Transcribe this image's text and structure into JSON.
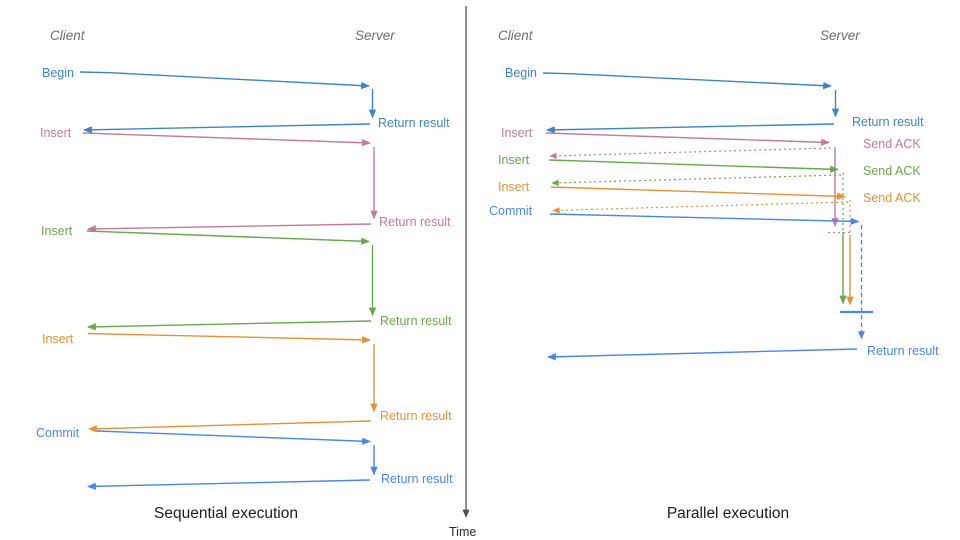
{
  "diagram": {
    "time_axis_label": "Time",
    "colors": {
      "begin_blue": "#3D85C6",
      "insert_pink": "#C27BA0",
      "insert_green": "#6AA84F",
      "insert_orange": "#E69138",
      "commit_blue": "#4A86E8",
      "axis_gray": "#4d4d4d",
      "header_gray": "#6e6e6e"
    },
    "sequential": {
      "caption": "Sequential execution",
      "client_header": "Client",
      "server_header": "Server",
      "ops": [
        {
          "label": "Begin",
          "result": "Return result"
        },
        {
          "label": "Insert",
          "result": "Return result"
        },
        {
          "label": "Insert",
          "result": "Return result"
        },
        {
          "label": "Insert",
          "result": "Return result"
        },
        {
          "label": "Commit",
          "result": "Return result"
        }
      ]
    },
    "parallel": {
      "caption": "Parallel execution",
      "client_header": "Client",
      "server_header": "Server",
      "ops": [
        {
          "label": "Begin",
          "result": "Return result"
        },
        {
          "label": "Insert",
          "ack": "Send ACK"
        },
        {
          "label": "Insert",
          "ack": "Send ACK"
        },
        {
          "label": "Insert",
          "ack": "Send ACK"
        },
        {
          "label": "Commit",
          "result": "Return result"
        }
      ]
    }
  }
}
